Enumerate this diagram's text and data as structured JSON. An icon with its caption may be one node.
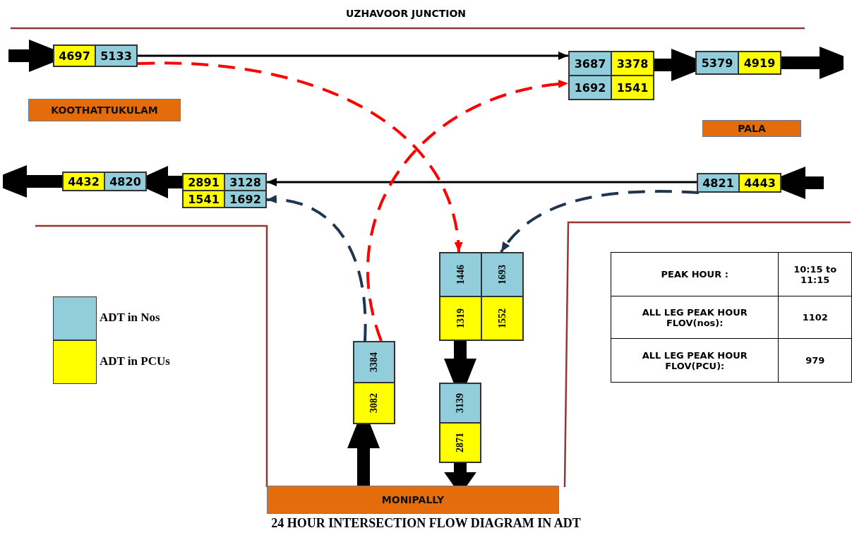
{
  "diagram": {
    "title": "UZHAVOOR JUNCTION",
    "caption": "24  HOUR INTERSECTION  FLOW DIAGRAM IN ADT",
    "nodes": [
      {
        "text": [
          "4697",
          "5133"
        ]
      },
      {
        "text": [
          "3687",
          "3378",
          "1692",
          "1541"
        ]
      },
      {
        "text": [
          "5379",
          "4919"
        ]
      },
      {
        "text": [
          "KOOTHATTUKULAM"
        ]
      },
      {
        "text": [
          "PALA"
        ]
      },
      {
        "text": [
          "4432",
          "4820"
        ]
      },
      {
        "text": [
          "2891",
          "3128",
          "1541",
          "1692"
        ]
      },
      {
        "text": [
          "4821",
          "4443"
        ]
      },
      {
        "text": [
          "1446",
          "1693",
          "1319",
          "1552"
        ]
      },
      {
        "text": [
          "3384",
          "3082"
        ]
      },
      {
        "text": [
          "3139",
          "2871"
        ]
      },
      {
        "text": [
          "MONIPALLY"
        ]
      }
    ],
    "edges": [
      {
        "from": null,
        "to": 0,
        "arrow": "to"
      },
      {
        "from": 0,
        "to": 1,
        "arrow": "to"
      },
      {
        "from": 1,
        "to": 2,
        "arrow": "to"
      },
      {
        "from": 2,
        "to": null,
        "arrow": "to"
      },
      {
        "from": null,
        "to": 7,
        "arrow": "to"
      },
      {
        "from": 7,
        "to": 6,
        "arrow": "to"
      },
      {
        "from": 6,
        "to": 5,
        "arrow": "to"
      },
      {
        "from": 5,
        "to": null,
        "arrow": "to"
      },
      {
        "from": 0,
        "to": 8,
        "arrow": "to",
        "style": "dashed",
        "color": "#ff0000"
      },
      {
        "from": 9,
        "to": 1,
        "arrow": "to",
        "style": "dashed",
        "color": "#ff0000"
      },
      {
        "from": 9,
        "to": 6,
        "arrow": "to",
        "style": "dashed",
        "color": "#1f3550"
      },
      {
        "from": 7,
        "to": 8,
        "arrow": "to",
        "style": "dashed",
        "color": "#1f3550"
      },
      {
        "from": 8,
        "to": 10,
        "arrow": "to"
      },
      {
        "from": 10,
        "to": 11,
        "arrow": "to"
      },
      {
        "from": 11,
        "to": 9,
        "arrow": "to"
      }
    ],
    "labels": [
      "PEAK HOUR :",
      "10:15 to 11:15",
      "ALL LEG PEAK HOUR FLOV(nos):",
      "1102",
      "ALL LEG PEAK HOUR FLOV(PCU):",
      "979"
    ],
    "legend": [
      {
        "text": "ADT in Nos",
        "color": "#92cddc"
      },
      {
        "text": "ADT in PCUs",
        "color": "#ffff00"
      }
    ]
  }
}
